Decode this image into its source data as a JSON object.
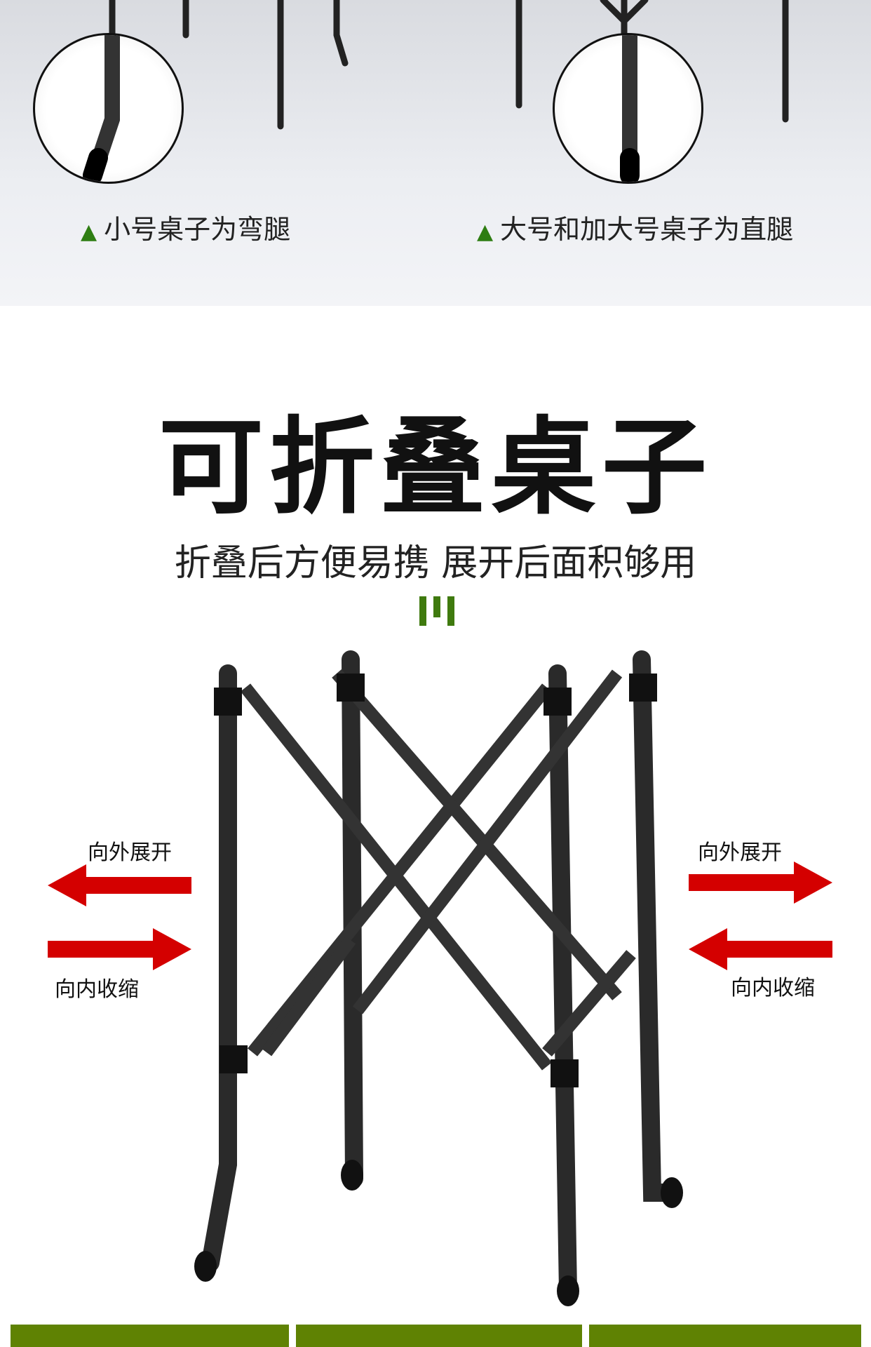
{
  "top_section": {
    "caption_left": "小号桌子为弯腿",
    "caption_right": "大号和加大号桌子为直腿",
    "marker": "▲"
  },
  "main": {
    "title": "可折叠桌子",
    "subtitle": "折叠后方便易携 展开后面积够用",
    "left_expand_label": "向外展开",
    "left_retract_label": "向内收缩",
    "right_expand_label": "向外展开",
    "right_retract_label": "向内收缩"
  },
  "colors": {
    "accent_green": "#5f8203",
    "arrow_red": "#d40000",
    "marker_green": "#2e7d12"
  }
}
